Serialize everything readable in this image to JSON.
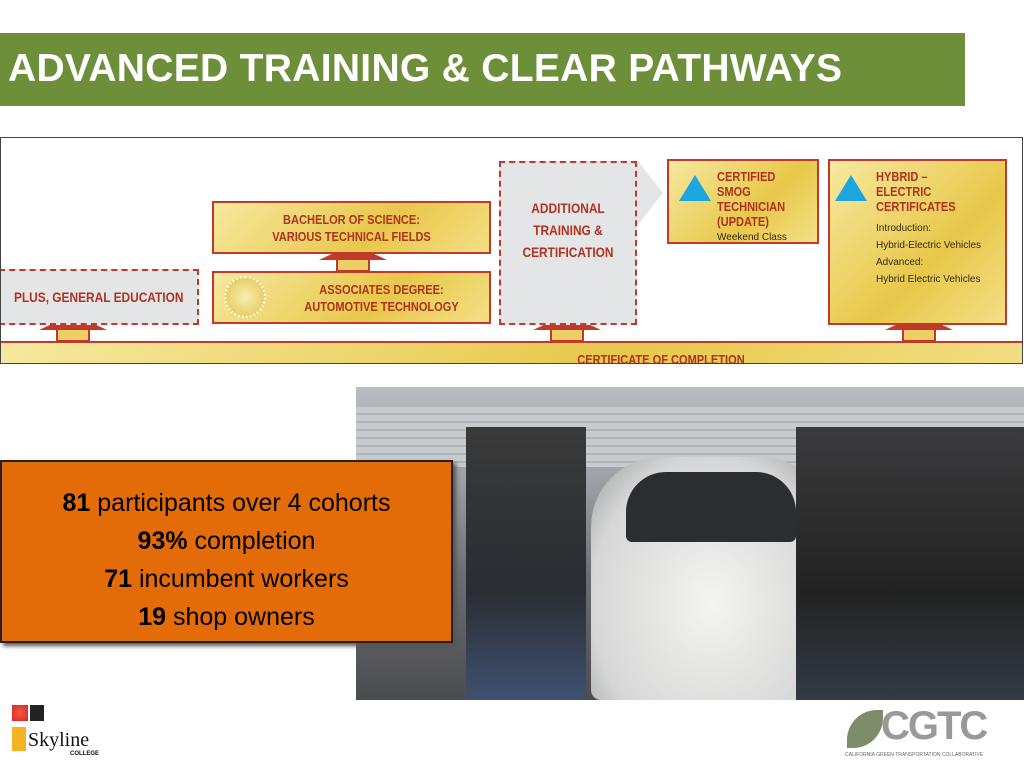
{
  "title": "ADVANCED TRAINING & CLEAR PATHWAYS",
  "diagram": {
    "general_education": "PLUS, GENERAL EDUCATION",
    "bachelor": [
      "BACHELOR OF SCIENCE:",
      "VARIOUS TECHNICAL FIELDS"
    ],
    "associates": [
      "ASSOCIATES DEGREE:",
      "AUTOMOTIVE TECHNOLOGY"
    ],
    "additional": [
      "ADDITIONAL",
      "TRAINING &",
      "CERTIFICATION"
    ],
    "smog": {
      "title": [
        "CERTIFIED SMOG",
        "TECHNICIAN",
        "(UPDATE)"
      ],
      "note": "Weekend Class"
    },
    "hybrid": {
      "title": [
        "HYBRID – ELECTRIC",
        "CERTIFICATES"
      ],
      "lines": [
        "Introduction:",
        "Hybrid-Electric Vehicles",
        "Advanced:",
        "Hybrid Electric Vehicles"
      ]
    },
    "completion": "CERTIFICATE OF COMPLETION"
  },
  "stats": [
    {
      "num": "81",
      "text": " participants over 4 cohorts"
    },
    {
      "num": "93%",
      "text": " completion"
    },
    {
      "num": "71",
      "text": " incumbent workers"
    },
    {
      "num": "19",
      "text": " shop owners"
    }
  ],
  "logos": {
    "skyline": {
      "name": "Skyline",
      "sub": "COLLEGE"
    },
    "cgtc": {
      "mark": "CGTC",
      "sub": "CALIFORNIA GREEN TRANSPORTATION COLLABORATIVE"
    }
  },
  "colors": {
    "title_bg": "#6e8f3a",
    "stats_bg": "#e36c09",
    "diagram_red": "#c0392b",
    "diagram_gold": "#e8c84a"
  }
}
